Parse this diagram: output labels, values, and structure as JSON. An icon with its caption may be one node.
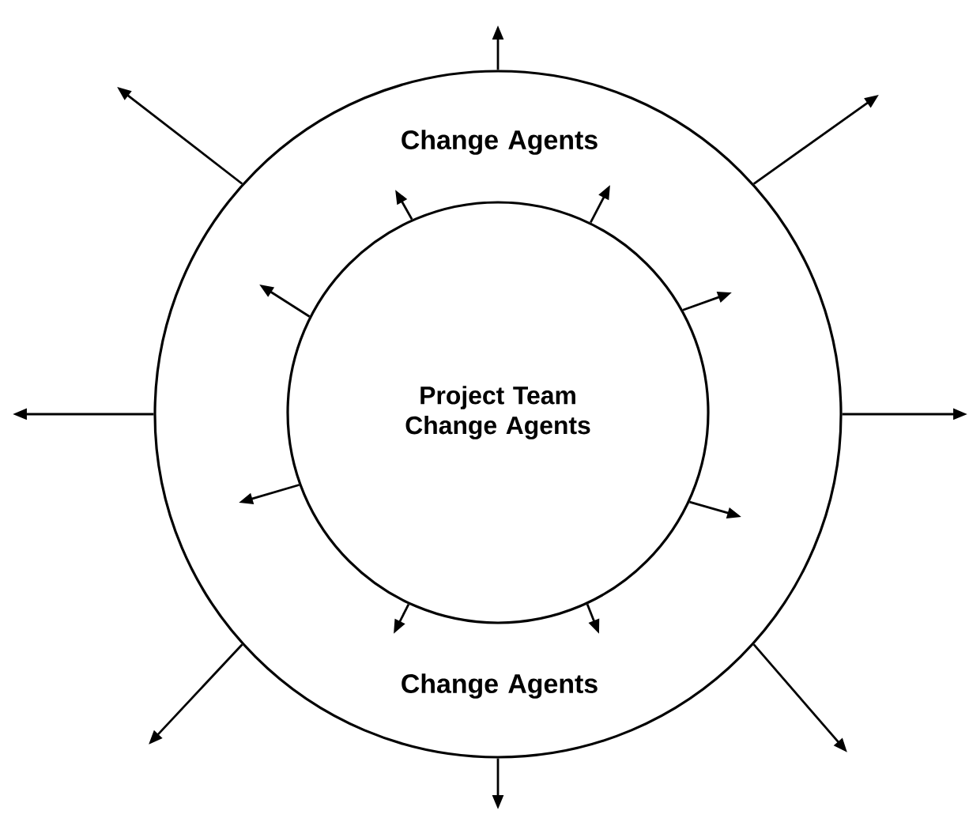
{
  "diagram": {
    "nodes": [
      {
        "text": [
          "Change Agents",
          "Change Agents"
        ]
      },
      {
        "text": [
          "Project Team Change Agents"
        ],
        "in": 0
      }
    ],
    "edges": [
      {
        "from": 0,
        "to": null,
        "arrow": "to"
      },
      {
        "from": 0,
        "to": null,
        "arrow": "to"
      },
      {
        "from": 0,
        "to": null,
        "arrow": "to"
      },
      {
        "from": 0,
        "to": null,
        "arrow": "to"
      },
      {
        "from": 0,
        "to": null,
        "arrow": "to"
      },
      {
        "from": 0,
        "to": null,
        "arrow": "to"
      },
      {
        "from": 0,
        "to": null,
        "arrow": "to"
      },
      {
        "from": 0,
        "to": null,
        "arrow": "to"
      },
      {
        "from": 1,
        "to": null,
        "arrow": "to"
      },
      {
        "from": 1,
        "to": null,
        "arrow": "to"
      },
      {
        "from": 1,
        "to": null,
        "arrow": "to"
      },
      {
        "from": 1,
        "to": null,
        "arrow": "to"
      },
      {
        "from": 1,
        "to": null,
        "arrow": "to"
      },
      {
        "from": 1,
        "to": null,
        "arrow": "to"
      },
      {
        "from": 1,
        "to": null,
        "arrow": "to"
      },
      {
        "from": 1,
        "to": null,
        "arrow": "to"
      }
    ]
  }
}
